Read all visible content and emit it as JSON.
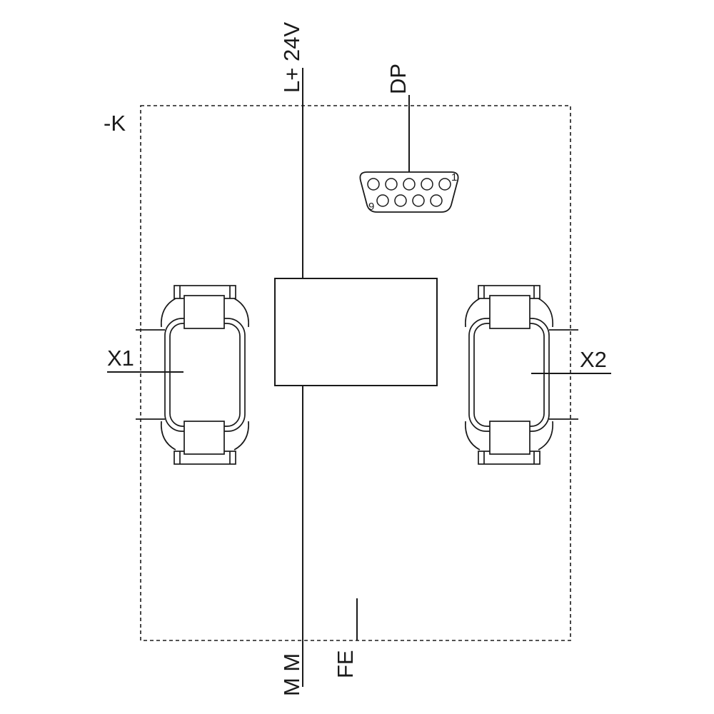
{
  "diagram": {
    "device_label": "-K",
    "power": {
      "top_label": "L+ 24V",
      "bottom_label": "M M"
    },
    "dp": {
      "label": "DP",
      "pin_first": "1",
      "pin_last": "9"
    },
    "fe_label": "FE",
    "connectors": {
      "left_label": "X1",
      "right_label": "X2"
    },
    "colors": {
      "line": "#1a1a1a",
      "background": "#ffffff"
    }
  }
}
